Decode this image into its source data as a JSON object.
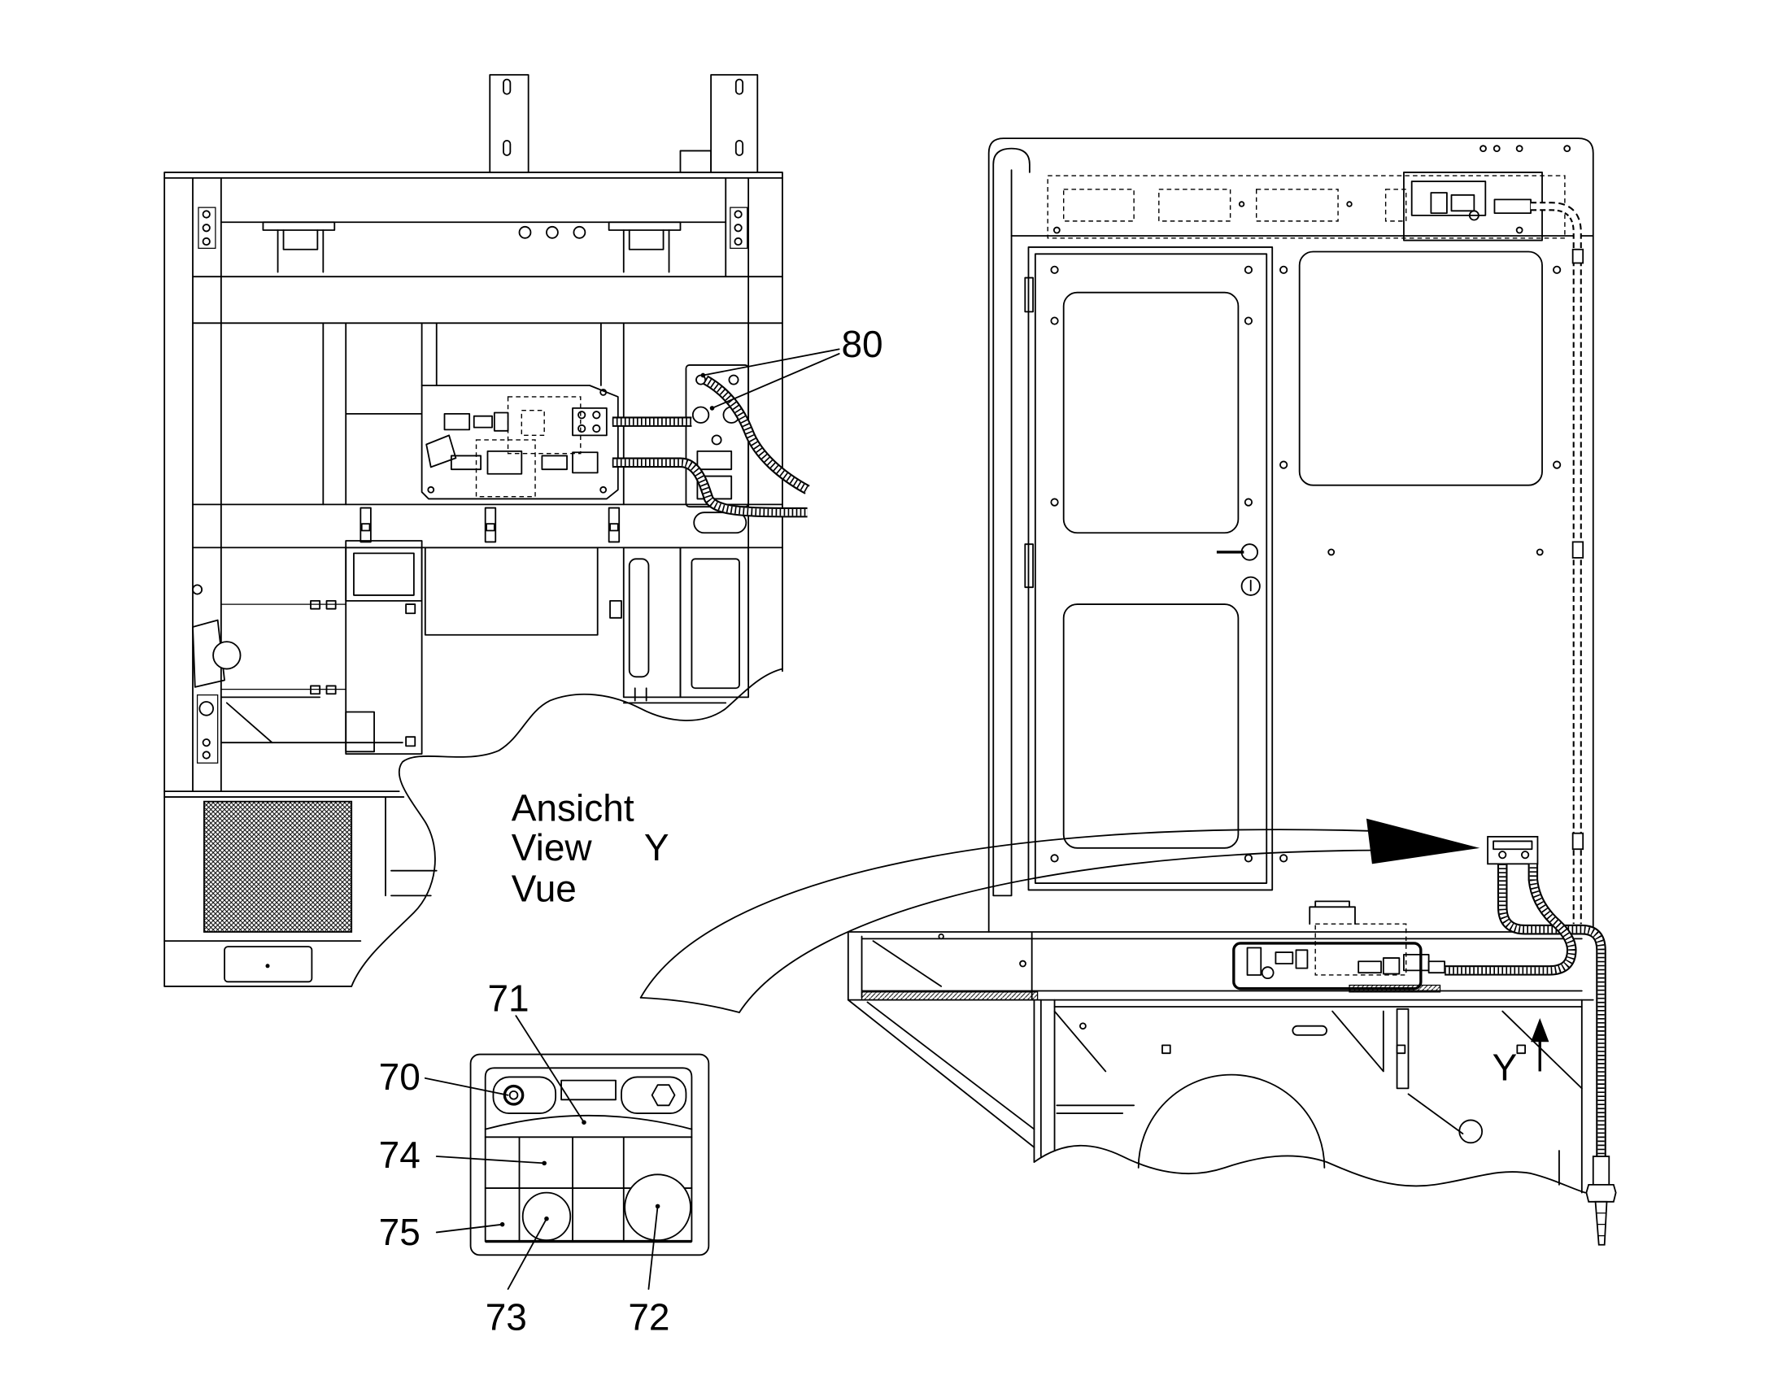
{
  "drawing": {
    "callouts": {
      "c80": "80",
      "c71": "71",
      "c70": "70",
      "c74": "74",
      "c75": "75",
      "c73": "73",
      "c72": "72"
    },
    "view_caption": {
      "de": "Ansicht",
      "en": "View",
      "fr": "Vue",
      "letter": "Y"
    },
    "view_direction_label": "Y"
  },
  "colors": {
    "line": "#000000",
    "background": "#ffffff"
  }
}
